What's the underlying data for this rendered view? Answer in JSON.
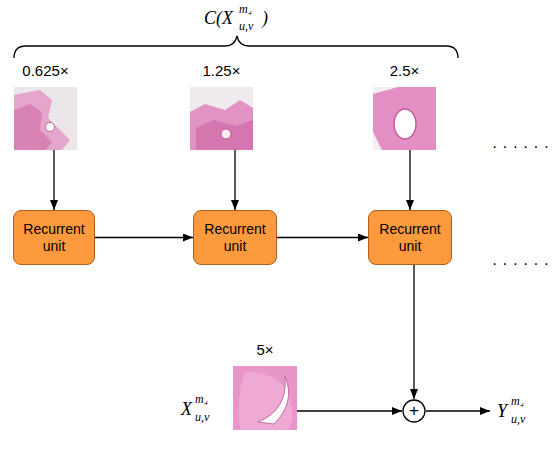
{
  "diagram": {
    "nodes": [
      {
        "text": [
          "0.625×"
        ]
      },
      {
        "text": [
          "1.25×"
        ]
      },
      {
        "text": [
          "2.5×"
        ]
      },
      {
        "text": [
          "Recurrent unit"
        ]
      },
      {
        "text": [
          "Recurrent unit"
        ]
      },
      {
        "text": [
          "Recurrent unit"
        ]
      },
      {
        "text": [
          "5×"
        ]
      },
      {
        "text": [
          "+"
        ]
      }
    ],
    "edges": [
      {
        "from": 0,
        "to": 3,
        "arrow": "to"
      },
      {
        "from": 1,
        "to": 4,
        "arrow": "to"
      },
      {
        "from": 2,
        "to": 5,
        "arrow": "to"
      },
      {
        "from": 3,
        "to": 4,
        "arrow": "to"
      },
      {
        "from": 4,
        "to": 5,
        "arrow": "to"
      },
      {
        "from": 5,
        "to": 7,
        "arrow": "to"
      },
      {
        "from": 6,
        "to": 7,
        "arrow": "to"
      }
    ],
    "labels": [
      "C(X",
      "m₄",
      "u,v",
      ")",
      "······",
      "······",
      "X",
      "m₄",
      "u,v",
      "Y",
      "m₄",
      "u,v"
    ]
  }
}
